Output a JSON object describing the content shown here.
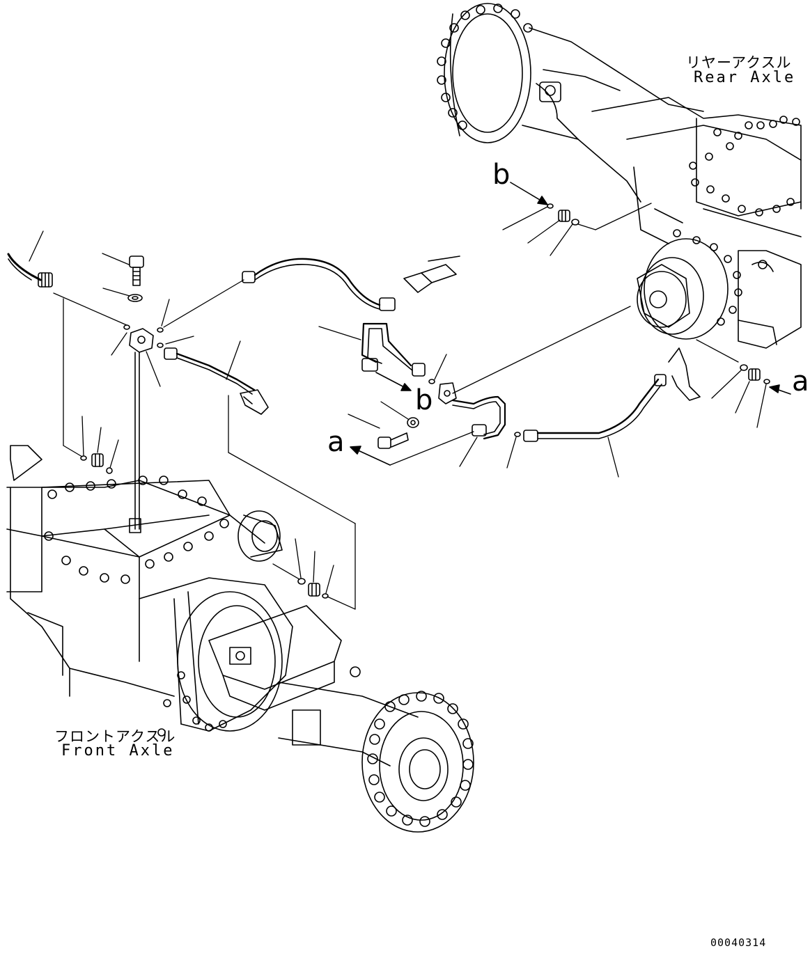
{
  "labels": {
    "rear_axle_jp": "リヤーアクスル",
    "rear_axle_en": "Rear Axle",
    "front_axle_jp": "フロントアクスル",
    "front_axle_en": "Front Axle",
    "marker_a": "a",
    "marker_b": "b",
    "drawing_number": "00040314"
  },
  "colors": {
    "line": "#000000",
    "background": "#ffffff"
  }
}
